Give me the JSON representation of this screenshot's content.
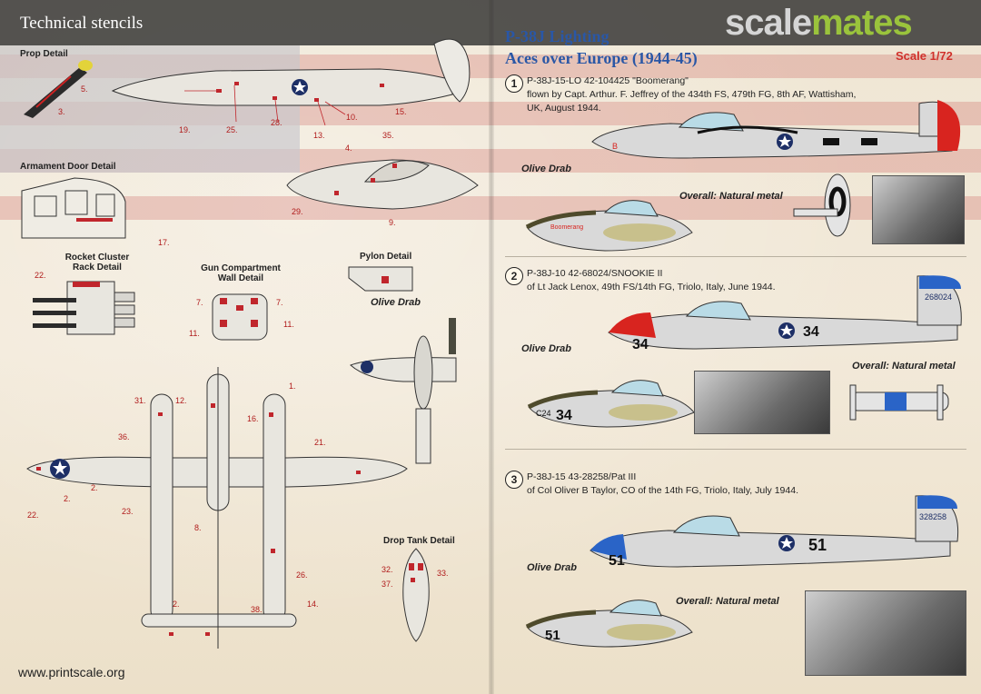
{
  "header": {
    "left_title": "Technical stencils",
    "logo_part1": "scale",
    "logo_part2": "mates"
  },
  "sheet": {
    "title_line1": "P-38J Lighting",
    "title_line2": "Aces over Europe (1944-45)",
    "scale": "Scale 1/72",
    "website": "www.printscale.org"
  },
  "details": {
    "prop": "Prop Detail",
    "armament_door": "Armament Door Detail",
    "rocket_cluster": "Rocket Cluster\nRack Detail",
    "gun_compartment": "Gun Compartment\nWall Detail",
    "pylon": "Pylon Detail",
    "drop_tank": "Drop Tank Detail",
    "olive_drab_left": "Olive Drab"
  },
  "callouts": [
    "5.",
    "3.",
    "19.",
    "25.",
    "28.",
    "13.",
    "10.",
    "15.",
    "4.",
    "35.",
    "29.",
    "9.",
    "17.",
    "22.",
    "7.",
    "7.",
    "11.",
    "11.",
    "31.",
    "12.",
    "16.",
    "1.",
    "36.",
    "21.",
    "2.",
    "22.",
    "2.",
    "23.",
    "8.",
    "26.",
    "14.",
    "2.",
    "38.",
    "32.",
    "33.",
    "37."
  ],
  "schemes": [
    {
      "number": "1",
      "line1": "P-38J-15-LO 42-104425 \"Boomerang\"",
      "line2": "flown by Capt. Arthur. F. Jeffrey of the 434th FS, 479th FG, 8th AF, Wattisham,",
      "line3": "UK, August 1944.",
      "olive": "Olive Drab",
      "overall": "Overall: Natural metal",
      "nose_art": "Boomerang"
    },
    {
      "number": "2",
      "line1": "P-38J-10 42-68024/SNOOKIE II",
      "line2": "of Lt Jack Lenox, 49th FS/14th FG, Triolo, Italy, June 1944.",
      "olive": "Olive Drab",
      "overall": "Overall: Natural metal",
      "tail_code": "268024",
      "code": "34",
      "nose_code": "C24"
    },
    {
      "number": "3",
      "line1": "P-38J-15 43-28258/Pat III",
      "line2": "of Col Oliver B Taylor, CO of the 14th FG, Triolo, Italy, July 1944.",
      "olive": "Olive Drab",
      "overall": "Overall: Natural metal",
      "tail_code": "328258",
      "code": "51"
    }
  ],
  "colors": {
    "title_blue": "#2a57a6",
    "scale_red": "#d0312b",
    "callout_red": "#b01b1b",
    "logo_green": "#9ac33c"
  }
}
